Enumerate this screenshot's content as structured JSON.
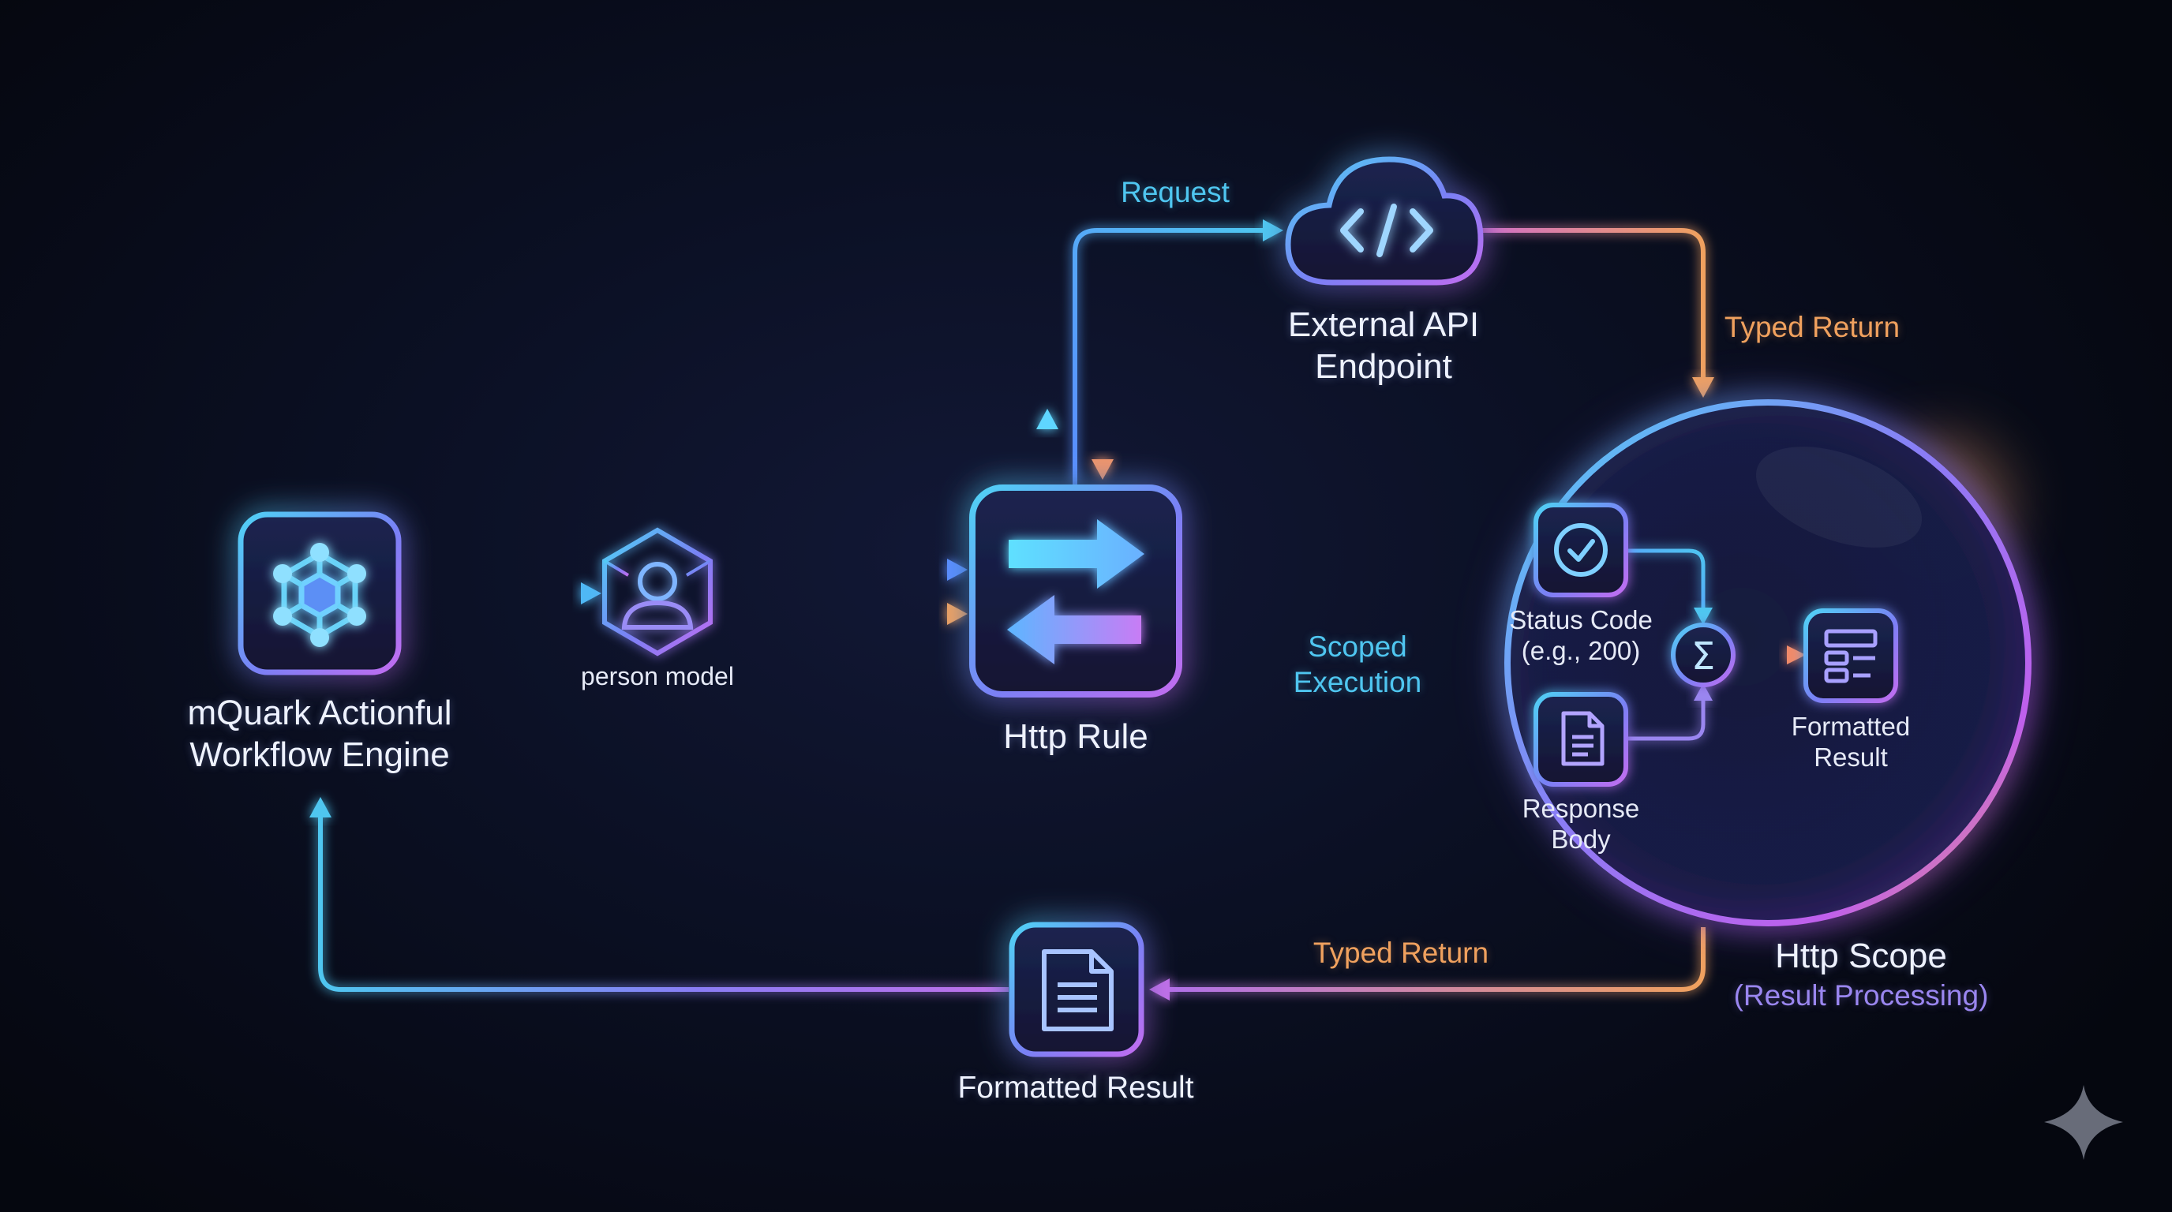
{
  "nodes": {
    "engine": {
      "line1": "mQuark Actionful",
      "line2": "Workflow Engine"
    },
    "person_model": {
      "label": "person model"
    },
    "http_rule": {
      "label": "Http Rule"
    },
    "external_api": {
      "line1": "External API",
      "line2": "Endpoint"
    },
    "status_code": {
      "line1": "Status Code",
      "line2": "(e.g., 200)"
    },
    "response_body": {
      "line1": "Response",
      "line2": "Body"
    },
    "formatted_result_inner": {
      "line1": "Formatted",
      "line2": "Result"
    },
    "http_scope": {
      "title": "Http Scope",
      "subtitle": "(Result Processing)"
    },
    "formatted_result": {
      "label": "Formatted Result"
    },
    "sum_symbol": "Σ"
  },
  "edges": {
    "request": "Request",
    "typed_return_top": "Typed Return",
    "typed_return_bottom": "Typed Return",
    "scoped_execution": {
      "line1": "Scoped",
      "line2": "Execution"
    }
  },
  "icons": {
    "engine": "hexagon-network-icon",
    "person_model": "person-cube-icon",
    "http_rule": "exchange-arrows-icon",
    "external_api": "cloud-code-icon",
    "status_code": "check-circle-icon",
    "response_body": "document-icon",
    "formatted_result_inner": "layout-list-icon",
    "formatted_result": "document-icon",
    "brand": "sparkle-star-icon"
  },
  "colors": {
    "background": "#080b18",
    "cyan": "#4fc6f0",
    "blue": "#5a8cff",
    "purple": "#a070f0",
    "magenta": "#c870e0",
    "orange": "#f0a15e",
    "text": "#eef2ff"
  }
}
